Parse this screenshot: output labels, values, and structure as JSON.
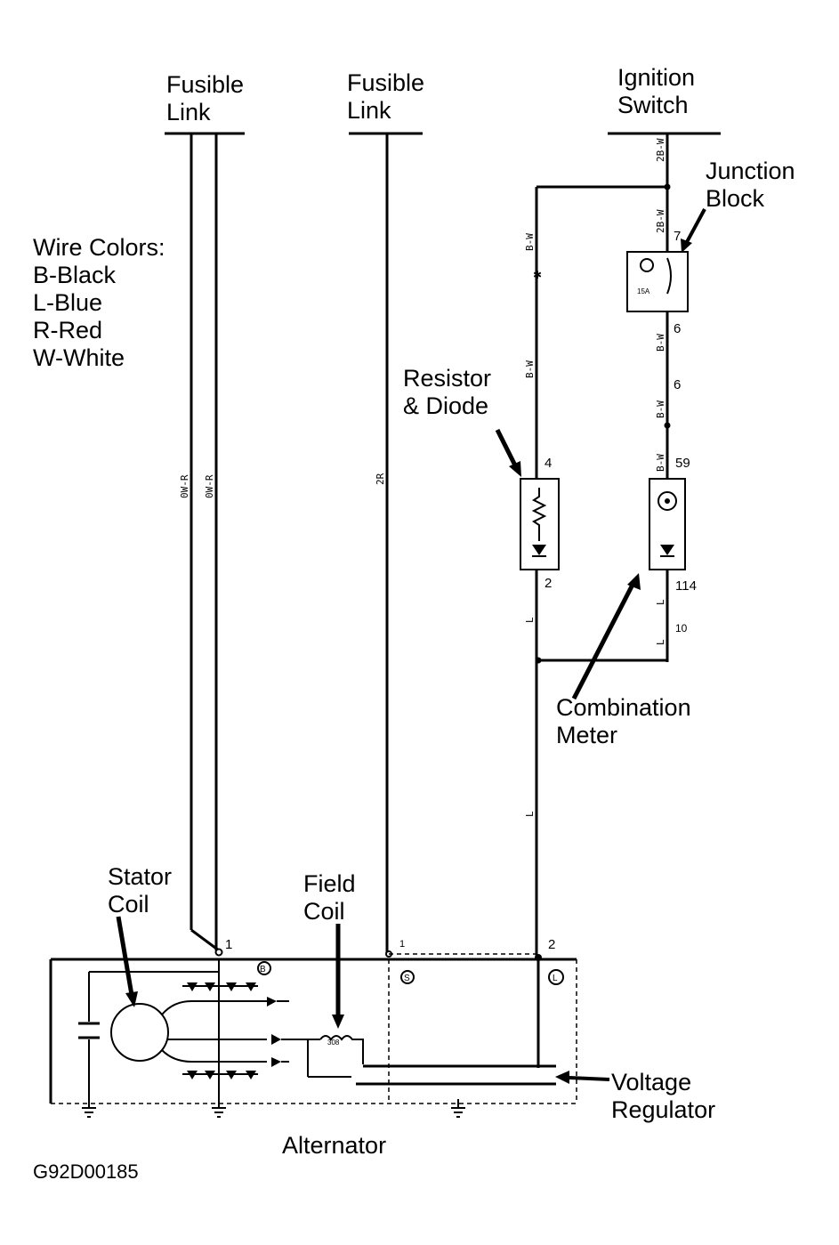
{
  "labels": {
    "fusible_link_1": [
      "Fusible",
      "Link"
    ],
    "fusible_link_2": [
      "Fusible",
      "Link"
    ],
    "ignition_switch": [
      "Ignition",
      "Switch"
    ],
    "junction_block": [
      "Junction",
      "Block"
    ],
    "wire_colors": [
      "Wire Colors:",
      "B-Black",
      "L-Blue",
      "R-Red",
      "W-White"
    ],
    "resistor_diode": [
      "Resistor",
      "& Diode"
    ],
    "combination_meter": [
      "Combination",
      "Meter"
    ],
    "stator_coil": [
      "Stator",
      "Coil"
    ],
    "field_coil": [
      "Field",
      "Coil"
    ],
    "voltage_regulator": [
      "Voltage",
      "Regulator"
    ],
    "alternator": "Alternator",
    "figure_id": "G92D00185"
  },
  "wire_codes": {
    "fl1_a": "0W-R",
    "fl1_b": "0W-R",
    "fl2": "2R",
    "ign_1": "2B-W",
    "ign_2": "2B-W",
    "jb_low_1": "B-W",
    "jb_low_2": "B-W",
    "meter_top": "B-W",
    "resistor_top_1": "B-W",
    "resistor_top_2": "B-W",
    "resistor_bottom": "L",
    "meter_bottom_1": "L",
    "meter_bottom_2": "L",
    "lamp_return": "L"
  },
  "pins": {
    "jb_7": "7",
    "jb_6a": "6",
    "jb_6b": "6",
    "meter_59": "59",
    "meter_114": "114",
    "meter_10": "10",
    "res_4": "4",
    "res_2": "2",
    "alt_1": "1",
    "alt_s_pin": "1",
    "alt_2": "2",
    "fuse_rating": "15A",
    "field_coil_mark": "308"
  },
  "terminals": {
    "b_terminal": "B",
    "s_terminal": "S",
    "l_terminal": "L"
  }
}
